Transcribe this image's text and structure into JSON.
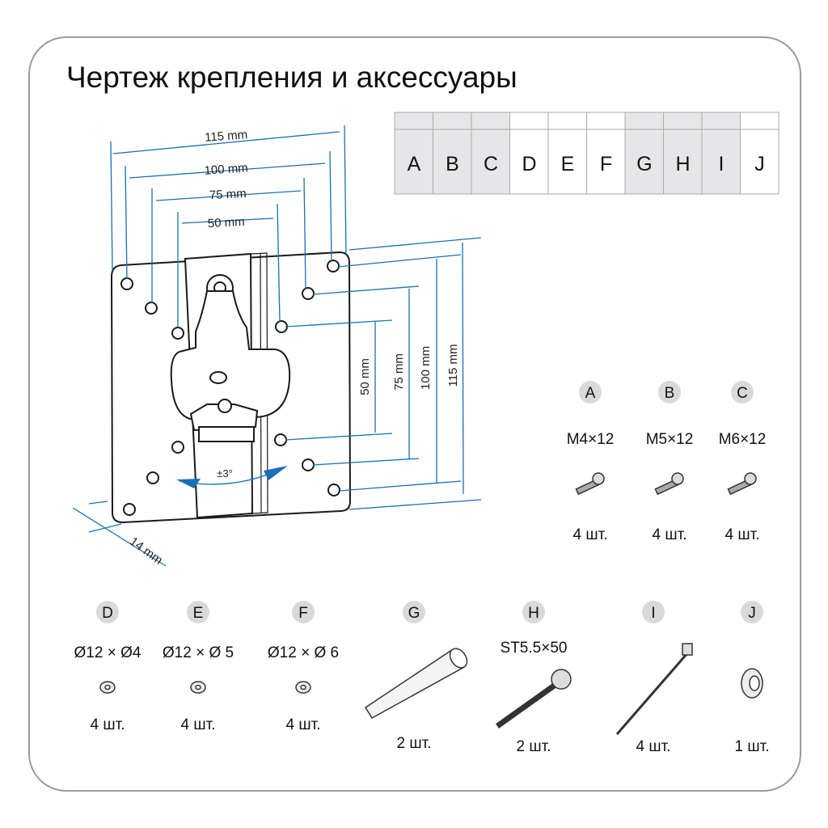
{
  "title": "Чертеж крепления и аксессуары",
  "table": {
    "columns": [
      "A",
      "B",
      "C",
      "D",
      "E",
      "F",
      "G",
      "H",
      "I",
      "J"
    ],
    "shaded": [
      true,
      true,
      true,
      false,
      false,
      false,
      true,
      true,
      true,
      false
    ]
  },
  "diagram": {
    "horizontal_dims": [
      "115 mm",
      "100 mm",
      "75 mm",
      "50 mm"
    ],
    "vertical_dims": [
      "50 mm",
      "75 mm",
      "100 mm",
      "115 mm"
    ],
    "tilt": "±3°",
    "depth": "14 mm"
  },
  "accessories": [
    {
      "letter": "A",
      "spec": "M4×12",
      "qty": "4 шт.",
      "icon": "screw-icon"
    },
    {
      "letter": "B",
      "spec": "M5×12",
      "qty": "4 шт.",
      "icon": "screw-icon"
    },
    {
      "letter": "C",
      "spec": "M6×12",
      "qty": "4 шт.",
      "icon": "screw-icon"
    },
    {
      "letter": "D",
      "spec": "Ø12 × Ø4",
      "qty": "4 шт.",
      "icon": "washer-icon"
    },
    {
      "letter": "E",
      "spec": "Ø12 × Ø 5",
      "qty": "4 шт.",
      "icon": "washer-icon"
    },
    {
      "letter": "F",
      "spec": "Ø12 × Ø 6",
      "qty": "4 шт.",
      "icon": "washer-icon"
    },
    {
      "letter": "G",
      "spec": "",
      "qty": "2 шт.",
      "icon": "wall-plug-icon"
    },
    {
      "letter": "H",
      "spec": "ST5.5×50",
      "qty": "2 шт.",
      "icon": "wood-screw-icon"
    },
    {
      "letter": "I",
      "spec": "",
      "qty": "4 шт.",
      "icon": "cable-tie-icon"
    },
    {
      "letter": "J",
      "spec": "",
      "qty": "1 шт.",
      "icon": "spacer-icon"
    }
  ]
}
